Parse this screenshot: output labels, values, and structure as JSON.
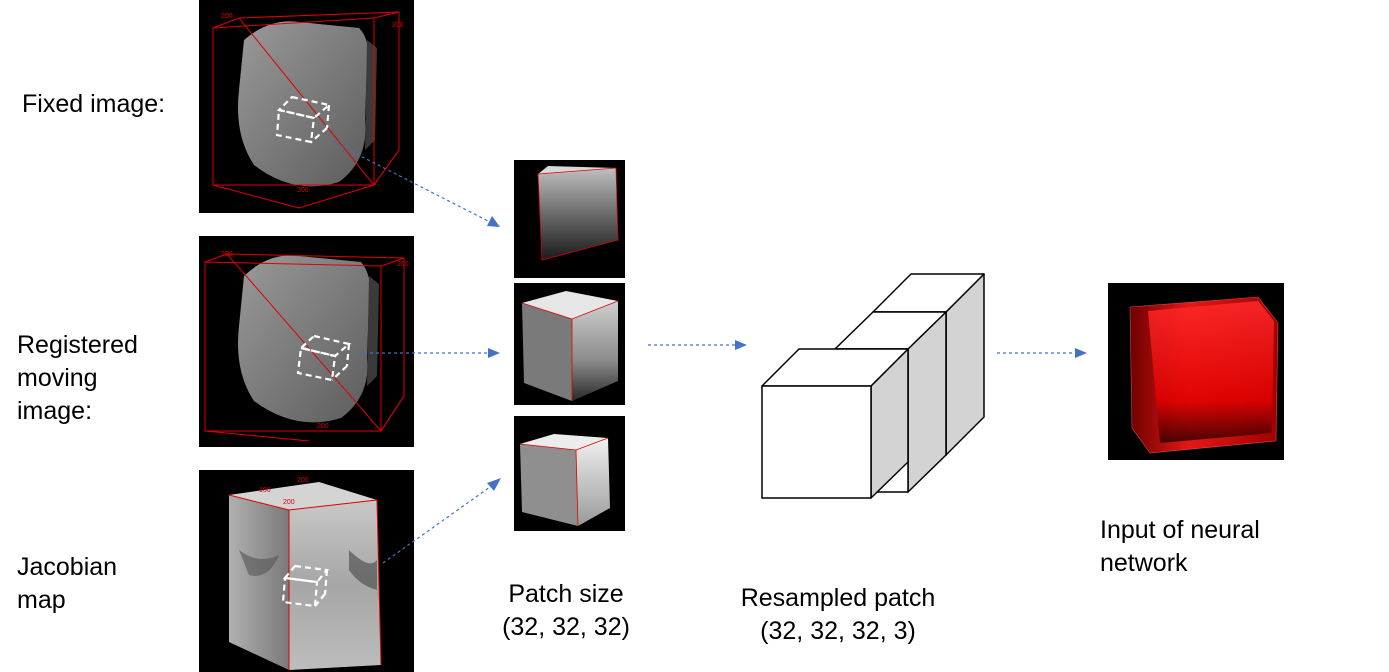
{
  "rows": {
    "fixed_label": "Fixed image:",
    "registered_label": "Registered\nmoving\nimage:",
    "jacobian_label": "Jacobian\nmap"
  },
  "patch": {
    "label": "Patch size\n(32, 32, 32)"
  },
  "resampled": {
    "label": "Resampled patch\n(32, 32, 32, 3)"
  },
  "network": {
    "label": "Input of neural\nnetwork"
  },
  "axis_ticks": {
    "fixed": [
      "200",
      "200",
      "200"
    ],
    "registered": [
      "200",
      "200",
      "200"
    ],
    "jacobian": [
      "200",
      "100",
      "200"
    ]
  },
  "colors": {
    "arrow": "#4472c4",
    "bbox": "#e00000",
    "network_cube": "#ff0000",
    "cube_side": "#d3d3d3"
  }
}
